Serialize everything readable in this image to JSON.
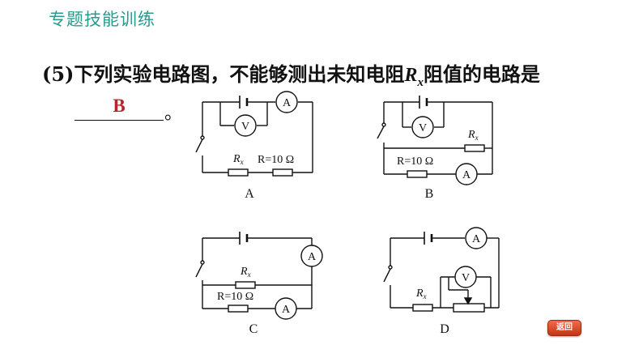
{
  "header": {
    "title": "专题技能训练"
  },
  "question": {
    "prefix": "(5)下列实验电路图，不能够测出未知电阻",
    "rx_main": "R",
    "rx_sub": "x",
    "suffix": "阻值的电路是"
  },
  "answer": {
    "value": "B",
    "end_mark": "。"
  },
  "circuits": {
    "A": {
      "label": "A",
      "rx_main": "R",
      "rx_sub": "x",
      "r_label": "R=10 Ω",
      "voltmeter": "V",
      "ammeter": "A"
    },
    "B": {
      "label": "B",
      "rx_main": "R",
      "rx_sub": "x",
      "r_label": "R=10 Ω",
      "voltmeter": "V",
      "ammeter": "A"
    },
    "C": {
      "label": "C",
      "rx_main": "R",
      "rx_sub": "x",
      "r_label": "R=10 Ω",
      "ammeter_top": "A",
      "ammeter_bottom": "A"
    },
    "D": {
      "label": "D",
      "rx_main": "R",
      "rx_sub": "x",
      "voltmeter": "V",
      "ammeter": "A"
    }
  },
  "back_button": {
    "label": "返回"
  }
}
